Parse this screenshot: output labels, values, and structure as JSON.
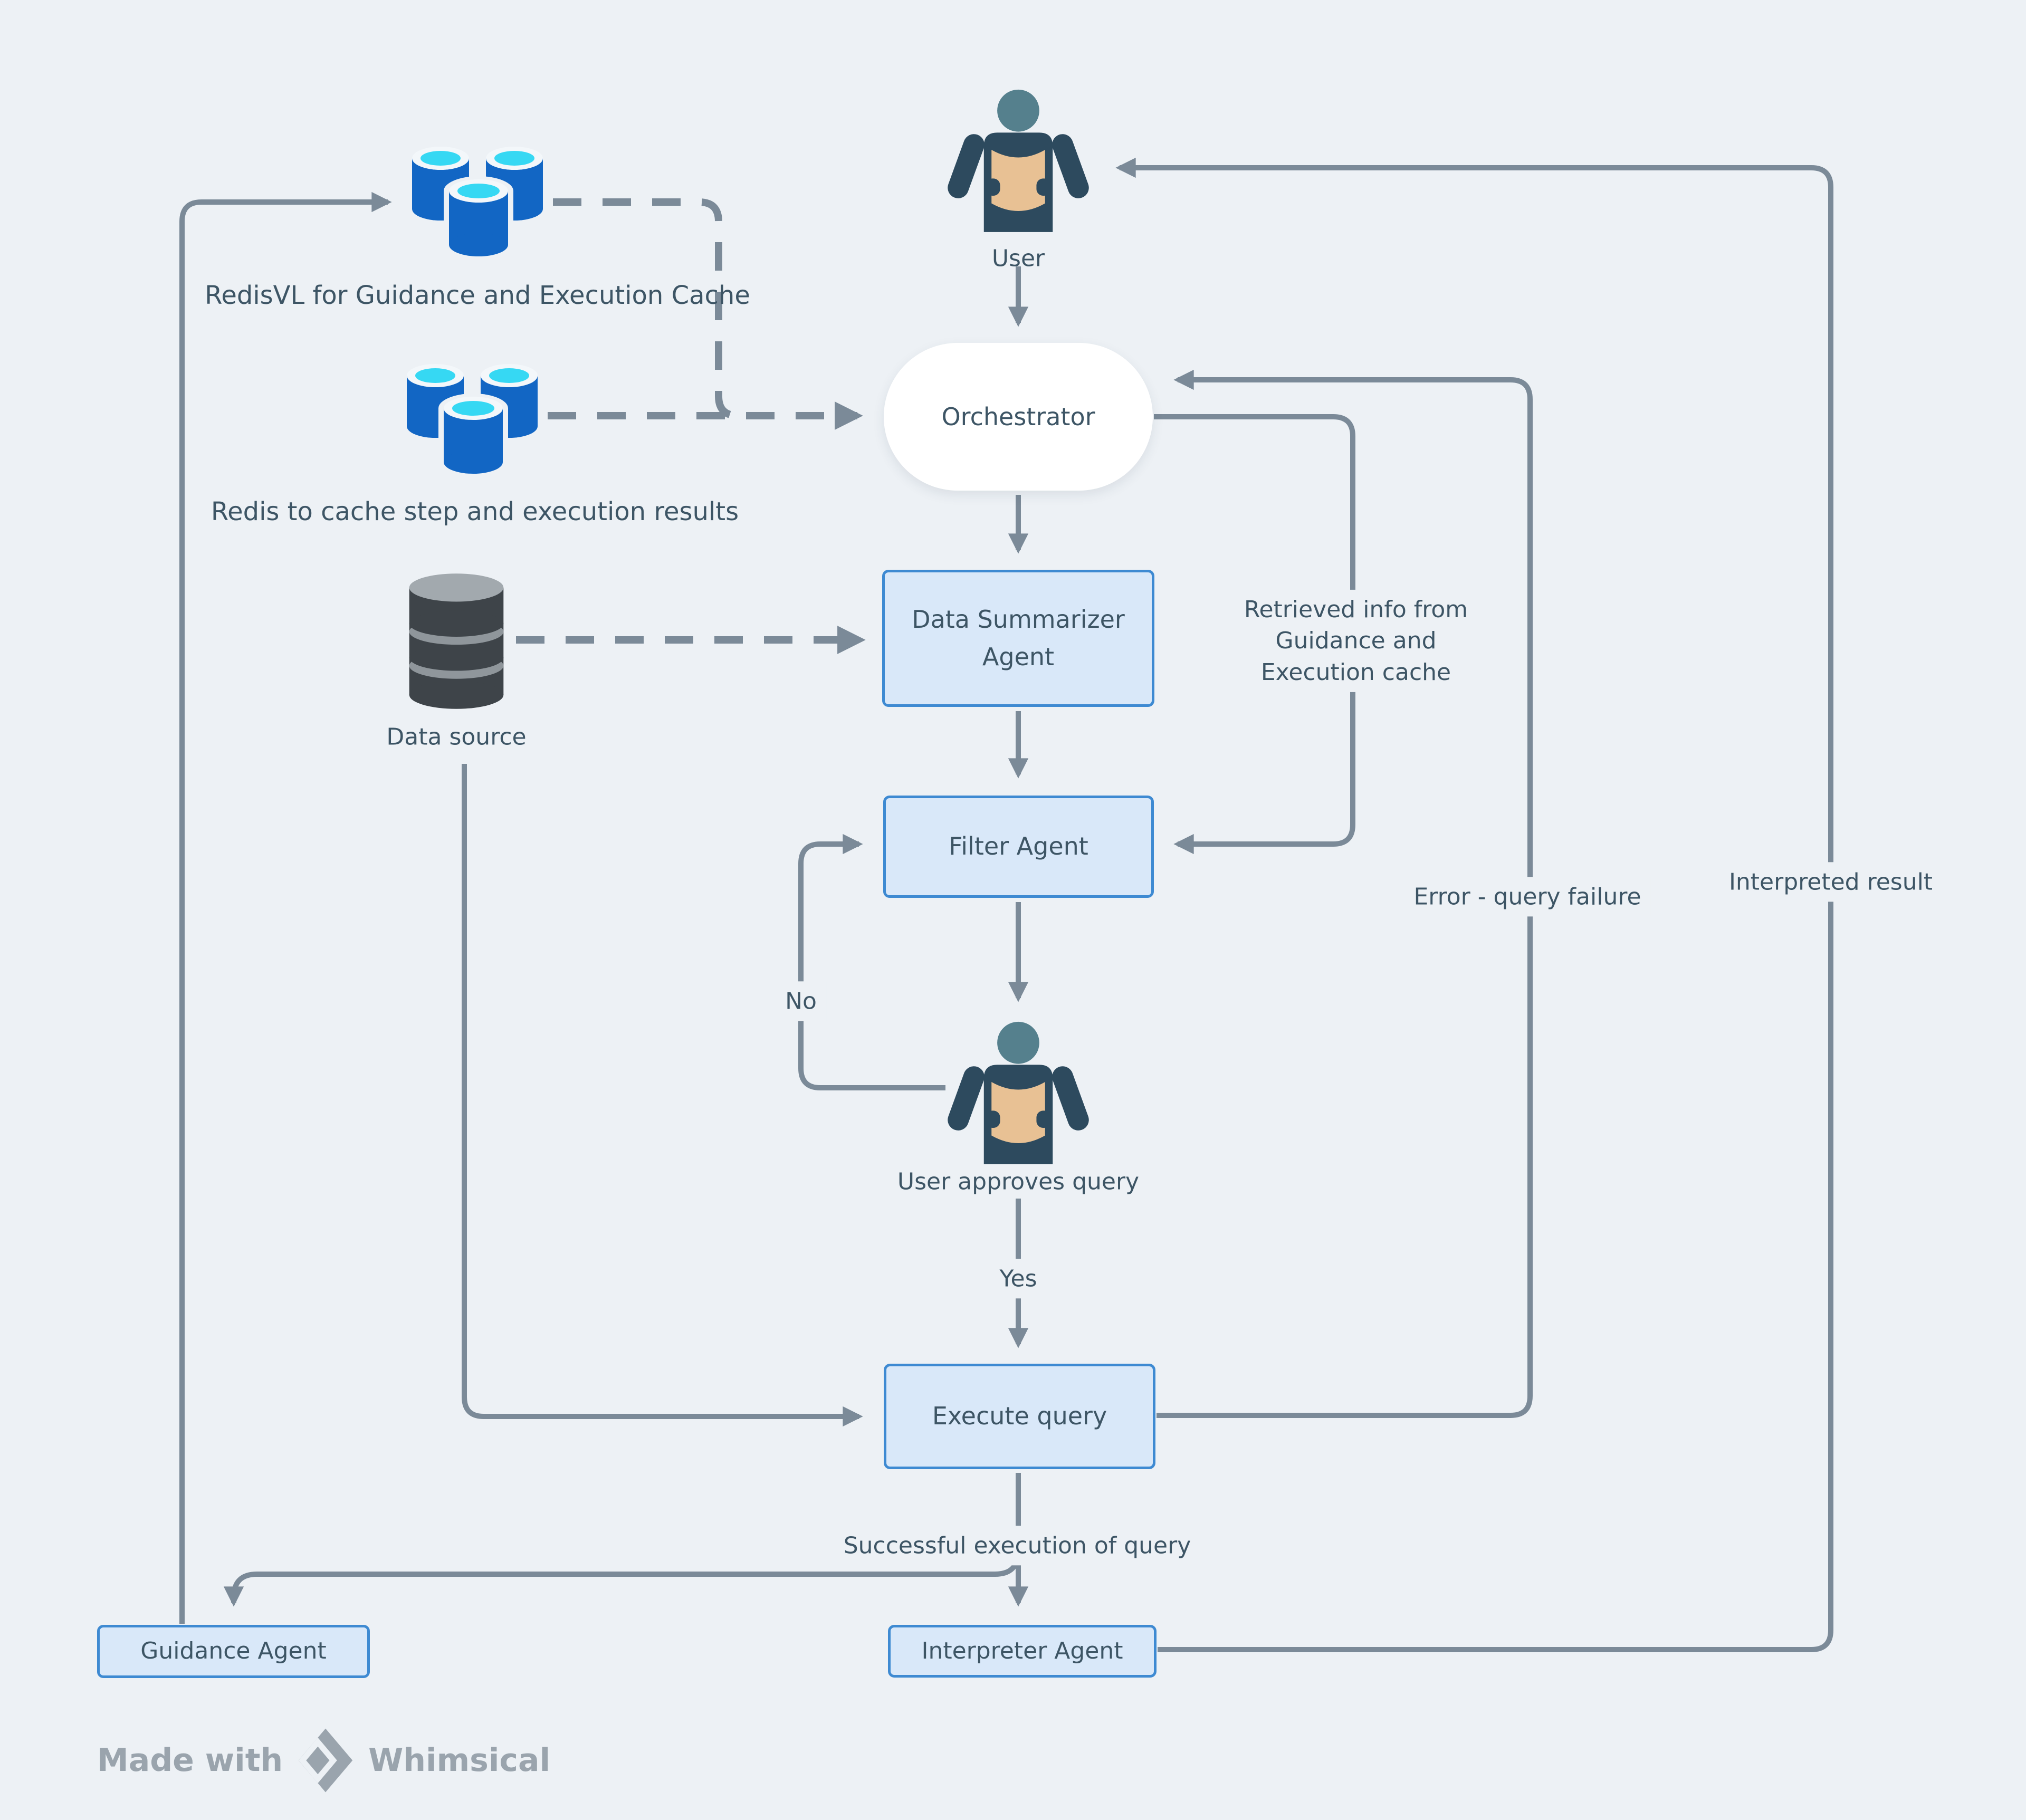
{
  "title": "Multi-agent query flow diagram",
  "colors": {
    "background": "#edf1f5",
    "connector": "#7b8a98",
    "box_fill": "#d9e8f9",
    "box_border": "#3e8ad2",
    "text": "#3d5565",
    "orchestrator_fill": "#ffffff",
    "redis_blue": "#1266c4",
    "redis_cyan": "#36d8f3",
    "datasource_dark": "#3e4449",
    "datasource_light": "#a2a9ae",
    "person_body": "#2d4a5e",
    "person_head": "#55808d",
    "person_book": "#e8c194",
    "footer_gray": "#9aa4ad"
  },
  "nodes": {
    "user": {
      "label": "User"
    },
    "orchestrator": {
      "label": "Orchestrator"
    },
    "data_summarizer": {
      "line1": "Data Summarizer",
      "line2": "Agent"
    },
    "filter": {
      "label": "Filter Agent"
    },
    "user_approves": {
      "label": "User approves query"
    },
    "execute_query": {
      "label": "Execute query"
    },
    "interpreter": {
      "label": "Interpreter Agent"
    },
    "guidance": {
      "label": "Guidance Agent"
    },
    "redis_vl": {
      "label": "RedisVL for Guidance and Execution Cache"
    },
    "redis_cache": {
      "label": "Redis to cache step and execution results"
    },
    "data_source": {
      "label": "Data source"
    }
  },
  "edge_labels": {
    "retrieved": {
      "line1": "Retrieved info from",
      "line2": "Guidance and",
      "line3": "Execution cache"
    },
    "error": "Error - query failure",
    "interpreted": "Interpreted result",
    "no": "No",
    "yes": "Yes",
    "success": "Successful execution of query"
  },
  "icons": {
    "redis_vl": "redis-database-cluster-icon",
    "redis_cache": "redis-database-cluster-icon",
    "data_source": "database-cylinder-icon",
    "user": "person-reading-icon",
    "user_approves": "person-reading-icon",
    "footer_logo": "whimsical-diamond-icon"
  },
  "footer": {
    "made_with": "Made with",
    "brand": "Whimsical"
  }
}
